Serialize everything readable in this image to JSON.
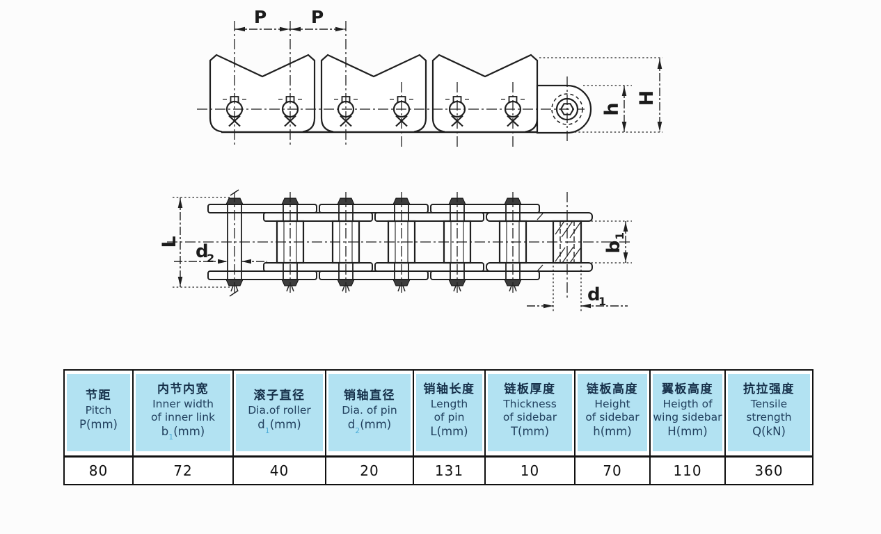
{
  "side_view": {
    "description": "side elevation of wing conveyor chain",
    "labels": {
      "p1": "P",
      "p2": "P",
      "h": "h",
      "H": "H"
    }
  },
  "plan_view": {
    "description": "plan view of chain with pins, rollers and sidebars",
    "labels": {
      "L": "L",
      "d2": {
        "base": "d",
        "sub": "2"
      },
      "b1": {
        "base": "b",
        "sub": "1"
      },
      "d1": {
        "base": "d",
        "sub": "1"
      }
    }
  },
  "table": {
    "columns": [
      {
        "cn": "节距",
        "en1": "Pitch",
        "en2": "",
        "sym_pre": "P",
        "sym_sub": "",
        "sym_post": "(mm)",
        "value": "80"
      },
      {
        "cn": "内节内宽",
        "en1": "Inner width",
        "en2": "of inner link",
        "sym_pre": "b",
        "sym_sub": "1",
        "sym_post": "(mm)",
        "value": "72"
      },
      {
        "cn": "滚子直径",
        "en1": "Dia.of roller",
        "en2": "",
        "sym_pre": "d",
        "sym_sub": "1",
        "sym_post": "(mm)",
        "value": "40"
      },
      {
        "cn": "销轴直径",
        "en1": "Dia. of pin",
        "en2": "",
        "sym_pre": "d",
        "sym_sub": "2",
        "sym_post": "(mm)",
        "value": "20"
      },
      {
        "cn": "销轴长度",
        "en1": "Length",
        "en2": "of pin",
        "sym_pre": "L",
        "sym_sub": "",
        "sym_post": "(mm)",
        "value": "131"
      },
      {
        "cn": "链板厚度",
        "en1": "Thickness",
        "en2": "of sidebar",
        "sym_pre": "T",
        "sym_sub": "",
        "sym_post": "(mm)",
        "value": "10"
      },
      {
        "cn": "链板高度",
        "en1": "Height",
        "en2": "of sidebar",
        "sym_pre": "h",
        "sym_sub": "",
        "sym_post": "(mm)",
        "value": "70"
      },
      {
        "cn": "翼板高度",
        "en1": "Heigth of",
        "en2": "wing sidebar",
        "sym_pre": "H",
        "sym_sub": "",
        "sym_post": "(mm)",
        "value": "110"
      },
      {
        "cn": "抗拉强度",
        "en1": "Tensile",
        "en2": "strength",
        "sym_pre": "Q",
        "sym_sub": "",
        "sym_post": "(kN)",
        "value": "360"
      }
    ]
  },
  "colors": {
    "header_bg": "#b2e2f2",
    "header_text": "#21405e",
    "subscript": "#4fafd9",
    "line": "#1f1f1f",
    "value_text": "#101010"
  }
}
